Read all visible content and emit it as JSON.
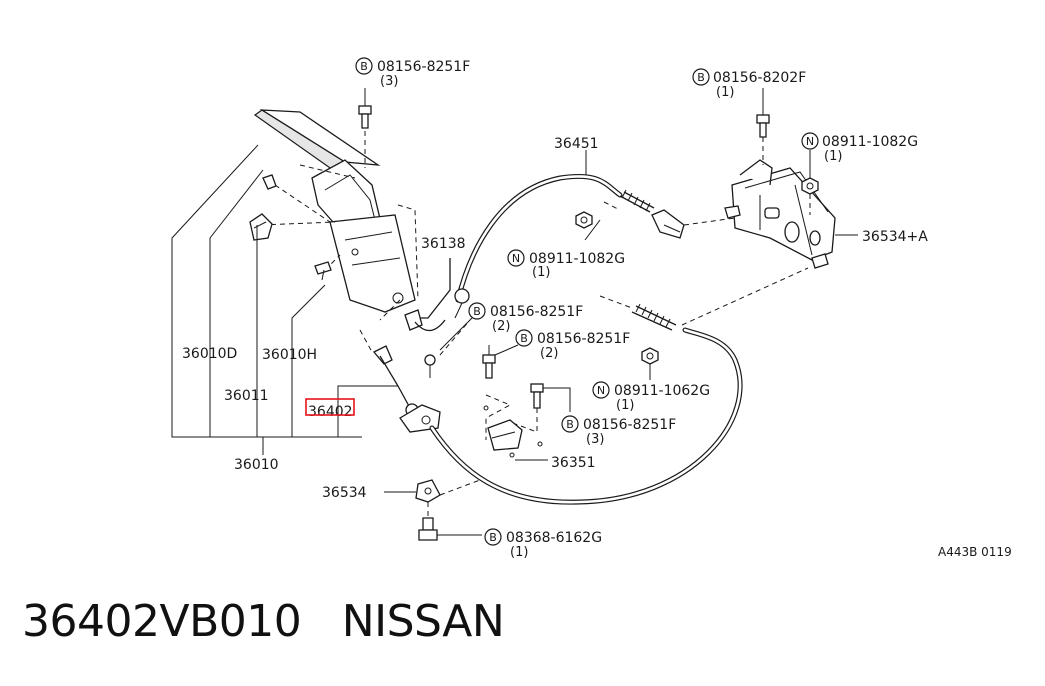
{
  "labels": {
    "b_08156_8251F_top": {
      "prefix": "B",
      "code": "08156-8251F",
      "qty": "(3)"
    },
    "b_08156_8202F": {
      "prefix": "B",
      "code": "08156-8202F",
      "qty": "(1)"
    },
    "n_08911_1082G_top": {
      "prefix": "N",
      "code": "08911-1082G",
      "qty": "(1)"
    },
    "p_36451": "36451",
    "p_36138": "36138",
    "n_08911_1082G_mid": {
      "prefix": "N",
      "code": "08911-1082G",
      "qty": "(1)"
    },
    "p_36534_A": "36534+A",
    "b_08156_8251F_a": {
      "prefix": "B",
      "code": "08156-8251F",
      "qty": "(2)"
    },
    "b_08156_8251F_b": {
      "prefix": "B",
      "code": "08156-8251F",
      "qty": "(2)"
    },
    "n_08911_1062G": {
      "prefix": "N",
      "code": "08911-1062G",
      "qty": "(1)"
    },
    "b_08156_8251F_c": {
      "prefix": "B",
      "code": "08156-8251F",
      "qty": "(3)"
    },
    "p_36010D": "36010D",
    "p_36010H": "36010H",
    "p_36011": "36011",
    "p_36402": "36402",
    "p_36010": "36010",
    "p_36351": "36351",
    "p_36534": "36534",
    "b_08368_6162G": {
      "prefix": "B",
      "code": "08368-6162G",
      "qty": "(1)"
    },
    "diagram_code": "A443B 0119"
  },
  "highlight_color": "#e8141c",
  "footer": {
    "part_number": "36402VB010",
    "brand": "NISSAN"
  }
}
